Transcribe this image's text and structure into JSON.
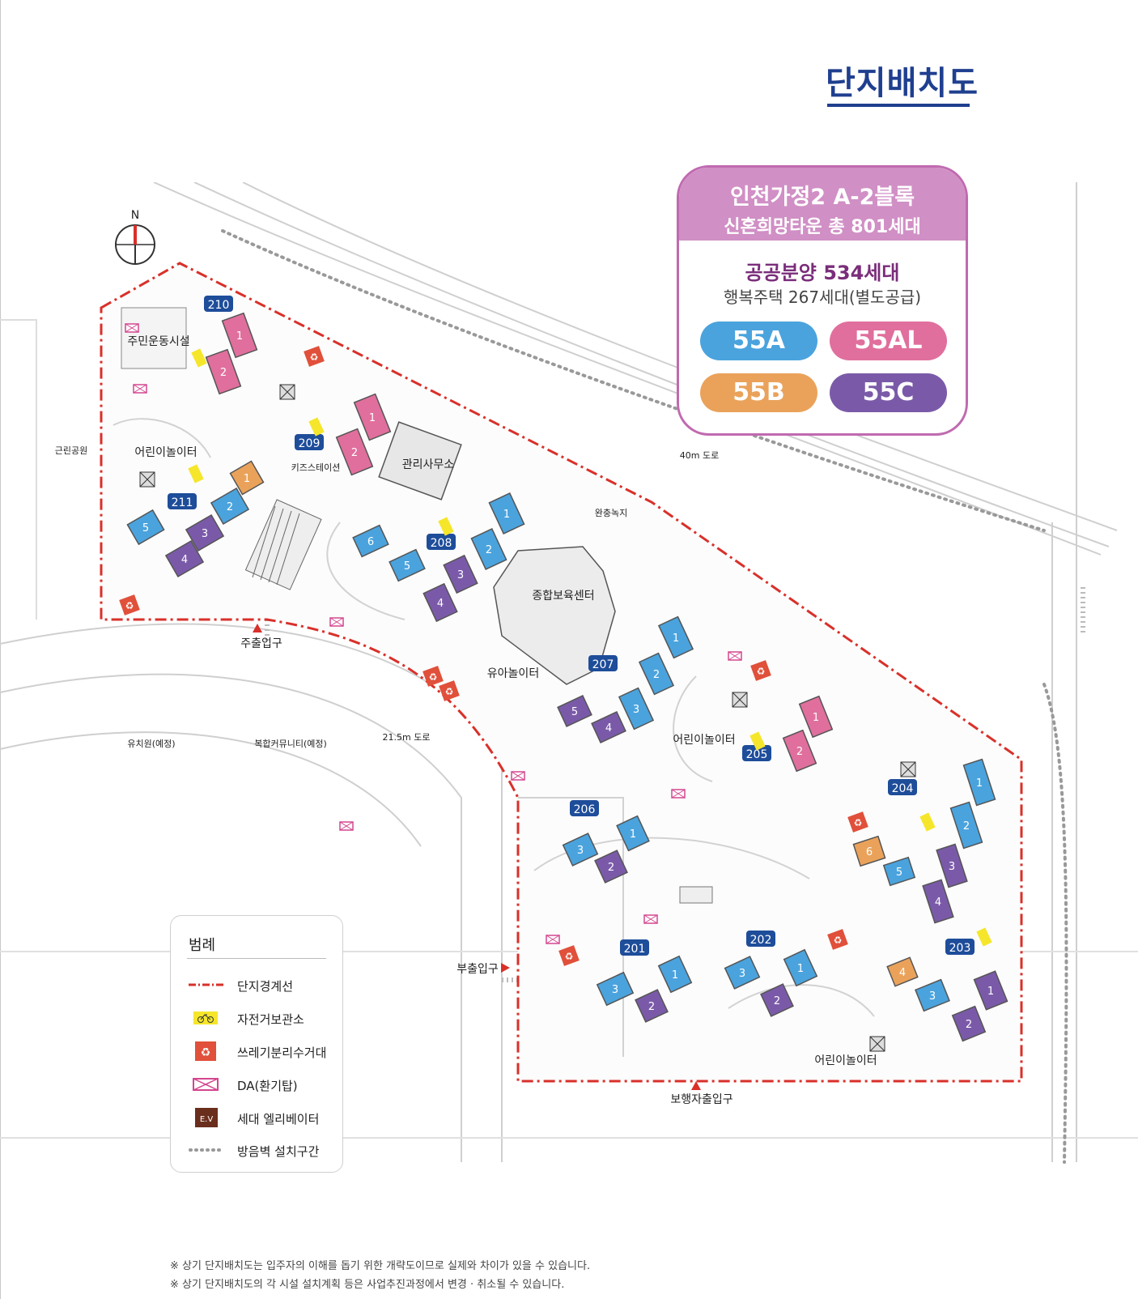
{
  "page": {
    "title": "단지배치도",
    "footnotes": [
      "※ 상기 단지배치도는 입주자의 이해를 돕기 위한 개략도이므로 실제와 차이가 있을 수 있습니다.",
      "※ 상기 단지배치도의 각 시설 설치계획 등은 사업추진과정에서 변경 · 취소될 수 있습니다."
    ]
  },
  "card": {
    "title_line1": "인천가정2 A-2블록",
    "title_line2": "신혼희망타운 총 801세대",
    "sub1": "공공분양 534세대",
    "sub2": "행복주택 267세대(별도공급)",
    "types": [
      {
        "label": "55A",
        "color": "#4aa3dd"
      },
      {
        "label": "55AL",
        "color": "#e06f9d"
      },
      {
        "label": "55B",
        "color": "#eaa25a"
      },
      {
        "label": "55C",
        "color": "#7a5aa8"
      }
    ]
  },
  "colors": {
    "boundary": "#d9302a",
    "badge": "#1e4d9a",
    "building_gray": "#555"
  },
  "map": {
    "north": "N",
    "labels": {
      "park": "근린공원",
      "road40": "40m 도로",
      "buffer": "완충녹지",
      "road21": "21.5m 도로",
      "kinder": "유치원(예정)",
      "community": "복합커뮤니티(예정)",
      "sports": "주민운동시설",
      "play1": "어린이놀이터",
      "kids_station": "키즈스테이션",
      "office": "관리사무소",
      "care_center": "종합보육센터",
      "infant_play": "유아놀이터",
      "play2": "어린이놀이터",
      "play3": "어린이놀이터",
      "main_gate": "주출입구",
      "sub_gate": "부출입구",
      "ped_gate": "보행자출입구"
    },
    "buildings": [
      "210",
      "209",
      "211",
      "208",
      "207",
      "205",
      "204",
      "206",
      "201",
      "202",
      "203"
    ],
    "units": {
      "b210": [
        "1",
        "2"
      ],
      "b209": [
        "1",
        "2"
      ],
      "b211": [
        "1",
        "2",
        "3",
        "4",
        "5"
      ],
      "b208": [
        "1",
        "2",
        "3",
        "4",
        "5",
        "6"
      ],
      "b207": [
        "1",
        "2",
        "3",
        "4",
        "5"
      ],
      "b205": [
        "1",
        "2"
      ],
      "b204": [
        "1",
        "2",
        "3",
        "4",
        "5",
        "6"
      ],
      "b206": [
        "1",
        "2",
        "3"
      ],
      "b201": [
        "1",
        "2",
        "3"
      ],
      "b202": [
        "1",
        "2",
        "3"
      ],
      "b203": [
        "1",
        "2",
        "3",
        "4"
      ]
    }
  },
  "legend": {
    "title": "범례",
    "items": [
      {
        "label": "단지경계선",
        "icon": "boundary-line"
      },
      {
        "label": "자전거보관소",
        "icon": "bicycle"
      },
      {
        "label": "쓰레기분리수거대",
        "icon": "recycle"
      },
      {
        "label": "DA(환기탑)",
        "icon": "vent-tower"
      },
      {
        "label": "세대 엘리베이터",
        "icon": "elevator",
        "text": "E.V"
      },
      {
        "label": "방음벽 설치구간",
        "icon": "noise-barrier"
      }
    ]
  }
}
